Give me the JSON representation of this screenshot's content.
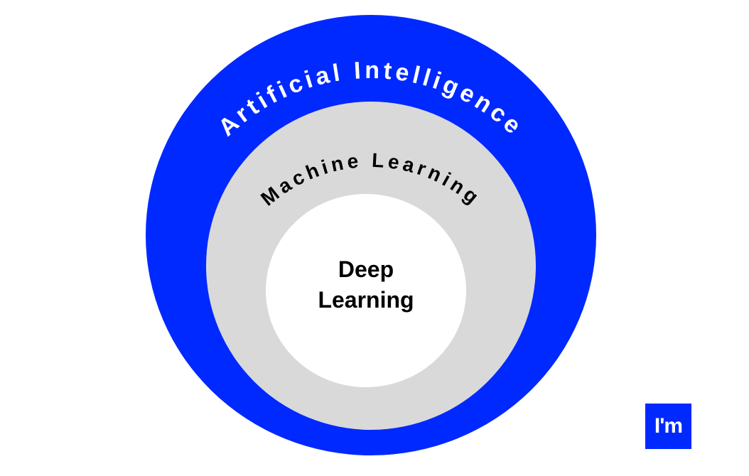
{
  "diagram": {
    "outer": {
      "label": "Artificial Intelligence",
      "color": "#0029ff",
      "text_color": "#ffffff"
    },
    "middle": {
      "label": "Machine Learning",
      "color": "#d9d9d9",
      "text_color": "#000000"
    },
    "inner": {
      "label_line1": "Deep",
      "label_line2": "Learning",
      "color": "#ffffff",
      "text_color": "#000000"
    }
  },
  "logo": {
    "text": "I'm",
    "color": "#0029ff"
  }
}
